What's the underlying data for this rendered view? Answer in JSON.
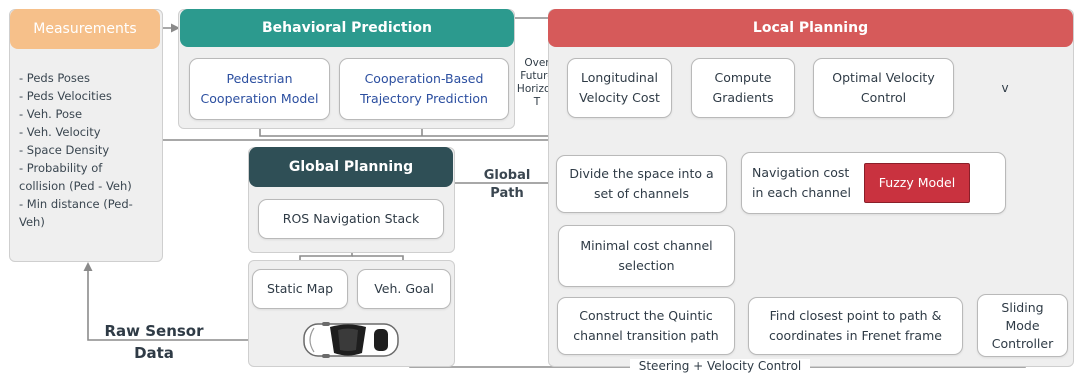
{
  "measurements": {
    "title": "Measurements",
    "items": [
      "- Peds Poses",
      "- Peds Velocities",
      "- Veh. Pose",
      "- Veh. Velocity",
      "- Space Density",
      "- Probability of\ncollision (Ped - Veh)",
      "- Min distance (Ped-\nVeh)"
    ]
  },
  "behavioral": {
    "title": "Behavioral Prediction",
    "pedestrian_model": "Pedestrian\nCooperation Model",
    "trajectory_prediction": "Cooperation-Based\nTrajectory Prediction",
    "horizon_label": "Over\nFuture\nHorizon\nT"
  },
  "local": {
    "title": "Local Planning",
    "longitudinal": "Longitudinal\nVelocity Cost",
    "gradients": "Compute\nGradients",
    "optimal": "Optimal Velocity\nControl",
    "v_label": "v",
    "divide": "Divide the space into a\nset of channels",
    "nav_cost": "Navigation cost\nin each channel",
    "fuzzy": "Fuzzy Model",
    "minimal": "Minimal cost channel\nselection",
    "quintic": "Construct the Quintic\nchannel transition path",
    "closest": "Find closest point to path &\ncoordinates in Frenet frame",
    "sliding": "Sliding\nMode\nController"
  },
  "global": {
    "title": "Global Planning",
    "ros": "ROS Navigation Stack",
    "static_map": "Static Map",
    "veh_goal": "Veh. Goal",
    "path_label": "Global\nPath"
  },
  "raw_sensor": "Raw Sensor\nData",
  "steering_label": "Steering + Velocity Control",
  "colors": {
    "measurements": "#f6c08a",
    "behavioral": "#2c9a8e",
    "local": "#d65a5a",
    "global": "#2f4f56",
    "fuzzy": "#c9323f"
  },
  "icons": {
    "vehicle": "car-top-view-icon"
  }
}
